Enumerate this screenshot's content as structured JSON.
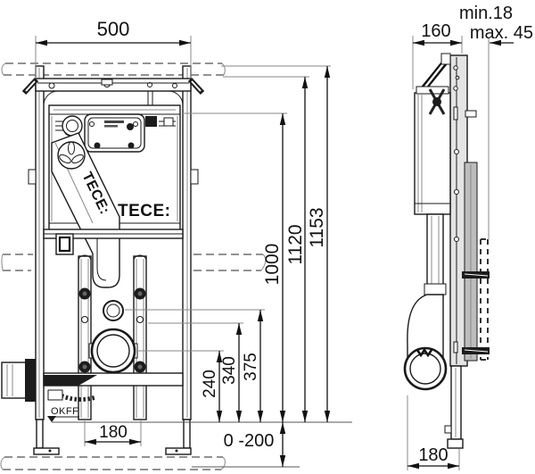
{
  "diagram": {
    "title": "wc-installation-frame-technical-drawing",
    "accent_color": "#1a1a1a",
    "front_view": {
      "frame_brand_label": "TECE:",
      "pipe_brand_label": "TECE:",
      "floor_level_label": "OKFF",
      "dims": {
        "width_top": "500",
        "height_total": "1153",
        "height_upper": "1120",
        "height_cistern": "1000",
        "height_flush_conn": "375",
        "height_bracket": "340",
        "height_outlet": "240",
        "bolt_spacing": "180",
        "floor_adjust": "0 -200"
      }
    },
    "side_view": {
      "dims": {
        "depth": "160",
        "wall_min": "min.18",
        "wall_max": "max. 45",
        "foot_depth": "180"
      }
    }
  }
}
